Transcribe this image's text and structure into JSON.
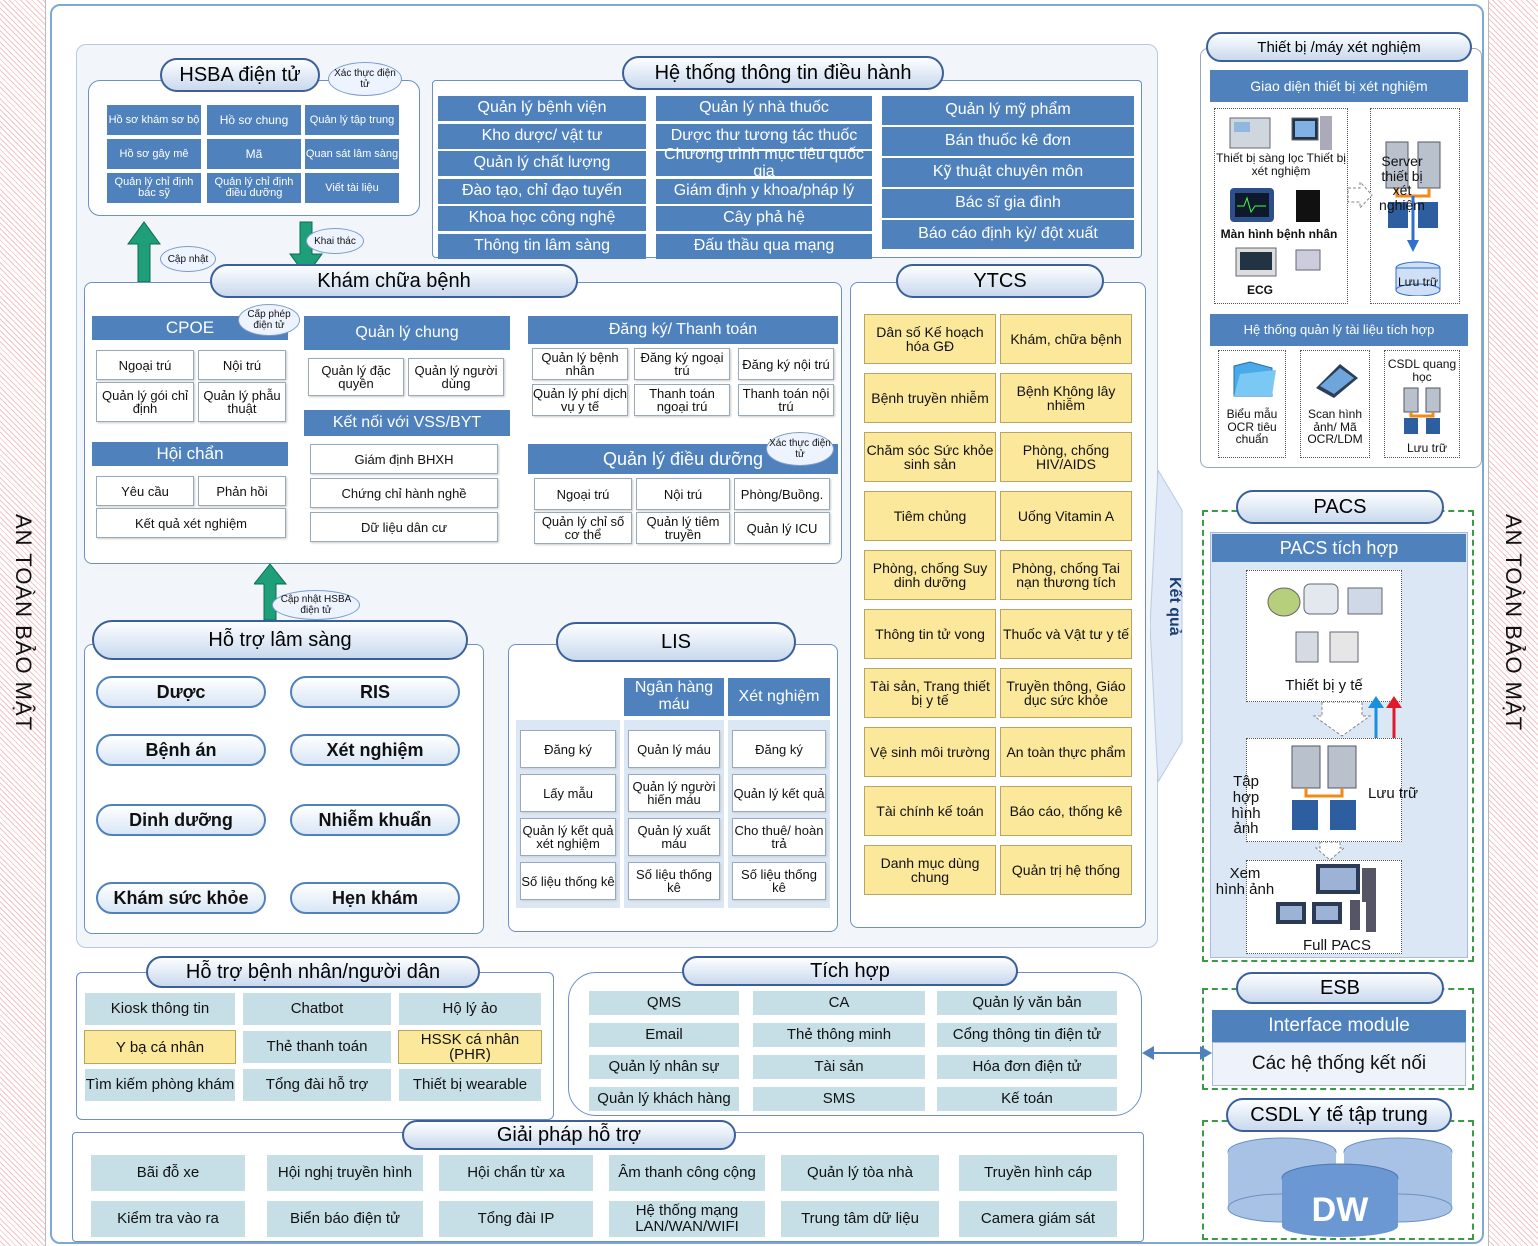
{
  "side": {
    "left": "AN TOÀN BẢO MẬT",
    "right": "AN TOÀN BẢO MẬT"
  },
  "hsba": {
    "title": "HSBA điện tử",
    "cloud": "Xác thực điện tử",
    "items": [
      "Hồ sơ khám sơ bộ",
      "Hồ sơ chung",
      "Quản lý tập trung",
      "Hồ sơ gây mê",
      "Mã",
      "Quan sát lâm sàng",
      "Quản lý chỉ định bác sỹ",
      "Quản lý chỉ định điều dưỡng",
      "Viết tài liệu"
    ],
    "update": "Cập nhật",
    "exploit": "Khai thác"
  },
  "htttdh": {
    "title": "Hệ thống thông tin điều hành",
    "col1": [
      "Quản lý bệnh viện",
      "Kho dược/ vật tư",
      "Quản lý chất lượng",
      "Đào tạo, chỉ đạo tuyến",
      "Khoa học công nghệ",
      "Thông tin lâm sàng"
    ],
    "col2": [
      "Quản lý nhà thuốc",
      "Dược thư tương tác thuốc",
      "Chương trình mục tiêu quốc gia",
      "Giám định y khoa/pháp lý",
      "Cây phả hệ",
      "Đấu thầu qua mạng"
    ],
    "col3": [
      "Quản lý mỹ phẩm",
      "Bán thuốc kê đơn",
      "Kỹ thuật chuyên môn",
      "Bác sĩ gia đình",
      "Báo cáo định kỳ/ đột xuất"
    ]
  },
  "kcb": {
    "title": "Khám chữa bệnh",
    "cpoe": {
      "title": "CPOE",
      "cloud": "Cấp phép điện tử",
      "items": [
        "Ngoại trú",
        "Nội trú",
        "Quản lý gói chỉ định",
        "Quản lý phẫu thuật"
      ]
    },
    "hoichan": {
      "title": "Hội chẩn",
      "items": [
        "Yêu cầu",
        "Phản hồi",
        "Kết quả xét nghiệm"
      ]
    },
    "qlchung": {
      "title": "Quản lý chung",
      "items": [
        "Quản lý đặc quyền",
        "Quản lý người dùng"
      ]
    },
    "vss": {
      "title": "Kết nối với VSS/BYT",
      "items": [
        "Giám định BHXH",
        "Chứng chỉ hành nghề",
        "Dữ liệu dân cư"
      ]
    },
    "dk": {
      "title": "Đăng ký/ Thanh toán",
      "items": [
        "Quản lý bệnh nhân",
        "Đăng ký ngoại trú",
        "Đăng ký nội trú",
        "Quản lý phí dịch vụ y tế",
        "Thanh toán ngoại trú",
        "Thanh toán nội trú"
      ]
    },
    "qldd": {
      "title": "Quản lý điều dưỡng",
      "cloud": "Xác thực điện tử",
      "items": [
        "Ngoại trú",
        "Nội trú",
        "Phòng/Buồng.",
        "Quản lý chỉ số cơ thể",
        "Quản lý tiêm truyền",
        "Quản lý ICU"
      ]
    },
    "update": "Cập nhật HSBA điện tử"
  },
  "ytcs": {
    "title": "YTCS",
    "items": [
      "Dân số Kế hoạch hóa GĐ",
      "Khám, chữa bệnh",
      "Bệnh truyền nhiễm",
      "Bệnh Không lây nhiễm",
      "Chăm sóc Sức khỏe sinh sản",
      "Phòng, chống HIV/AIDS",
      "Tiêm chủng",
      "Uống Vitamin A",
      "Phòng, chống Suy dinh dưỡng",
      "Phòng, chống Tai nạn thương tích",
      "Thông tin tử vong",
      "Thuốc và Vật tư y tế",
      "Tài sản, Trang thiết bị y tế",
      "Truyền thông, Giáo dục sức khỏe",
      "Vệ sinh môi trường",
      "An toàn thực phẩm",
      "Tài chính kế toán",
      "Báo cáo, thống kê",
      "Danh mục dùng chung",
      "Quản trị hệ thống"
    ]
  },
  "ketqua": "Kết quả",
  "htls": {
    "title": "Hỗ trợ lâm sàng",
    "items": [
      "Dược",
      "RIS",
      "Bệnh án",
      "Xét nghiệm",
      "Dinh dưỡng",
      "Nhiễm khuẩn",
      "Khám sức khỏe",
      "Hẹn khám"
    ]
  },
  "lis": {
    "title": "LIS",
    "h2": "Ngân hàng máu",
    "h3": "Xét nghiệm",
    "col1": [
      "Đăng ký",
      "Lấy mẫu",
      "Quản lý kết quả xét nghiệm",
      "Số liệu thống kê"
    ],
    "col2": [
      "Quản lý máu",
      "Quản lý người hiến máu",
      "Quản lý xuất máu",
      "Số liệu thống kê"
    ],
    "col3": [
      "Đăng ký",
      "Quản lý kết quả",
      "Cho thuê/ hoàn trả",
      "Số liệu thống kê"
    ]
  },
  "tbxn": {
    "title": "Thiết bị /máy xét nghiệm",
    "iface": "Giao diện thiết bị xét nghiệm",
    "dev1": "Thiết bị sàng lọc Thiết bị xét nghiệm",
    "dev2": "Màn hình bệnh nhân",
    "dev3": "ECG",
    "server": "Server thiết bị xét nghiệm",
    "storage": "Lưu trữ",
    "docsys": "Hệ thống quản lý tài liệu tích hợp",
    "ocr": "Biểu mẫu OCR tiêu chuẩn",
    "scan": "Scan hình ảnh/ Mã OCR/LDM",
    "csdl": "CSDL quang học",
    "storage2": "Lưu trữ"
  },
  "pacs": {
    "title": "PACS",
    "sub": "PACS tích hợp",
    "dev": "Thiết bị y tế",
    "tap": "Tập hợp hình ảnh",
    "luu": "Lưu trữ",
    "xem": "Xem hình ảnh",
    "full": "Full PACS"
  },
  "esb": {
    "title": "ESB",
    "iface": "Interface module",
    "sys": "Các hệ thống kết nối"
  },
  "csdl": {
    "title": "CSDL Y tế tập trung",
    "dw": "DW"
  },
  "hobn": {
    "title": "Hỗ trợ bệnh nhân/người dân",
    "items": [
      "Kiosk thông tin",
      "Chatbot",
      "Hộ lý ảo",
      "Y bạ cá nhân",
      "Thẻ thanh toán",
      "HSSK cá nhân (PHR)",
      "Tìm kiếm phòng khám",
      "Tổng đài hỗ trợ",
      "Thiết bị wearable"
    ]
  },
  "tichhop": {
    "title": "Tích hợp",
    "items": [
      "QMS",
      "CA",
      "Quản lý văn bản",
      "Email",
      "Thẻ thông minh",
      "Cổng thông tin điện tử",
      "Quản lý nhân sự",
      "Tài sản",
      "Hóa đơn điện tử",
      "Quản lý khách hàng",
      "SMS",
      "Kế toán"
    ]
  },
  "gphotro": {
    "title": "Giải pháp hỗ trợ",
    "items": [
      "Bãi đỗ xe",
      "Hội nghị truyền hình",
      "Hội chẩn từ xa",
      "Âm thanh công cộng",
      "Quản lý tòa nhà",
      "Truyền hình cáp",
      "Kiểm tra vào ra",
      "Biển báo điện tử",
      "Tổng đài IP",
      "Hệ thống mạng LAN/WAN/WIFI",
      "Trung tâm dữ liệu",
      "Camera giám sát"
    ]
  },
  "colors": {
    "blue": "#4f81bd",
    "yellow": "#fbe89a",
    "teal": "#c6dfe6",
    "green": "#3a9a45"
  }
}
